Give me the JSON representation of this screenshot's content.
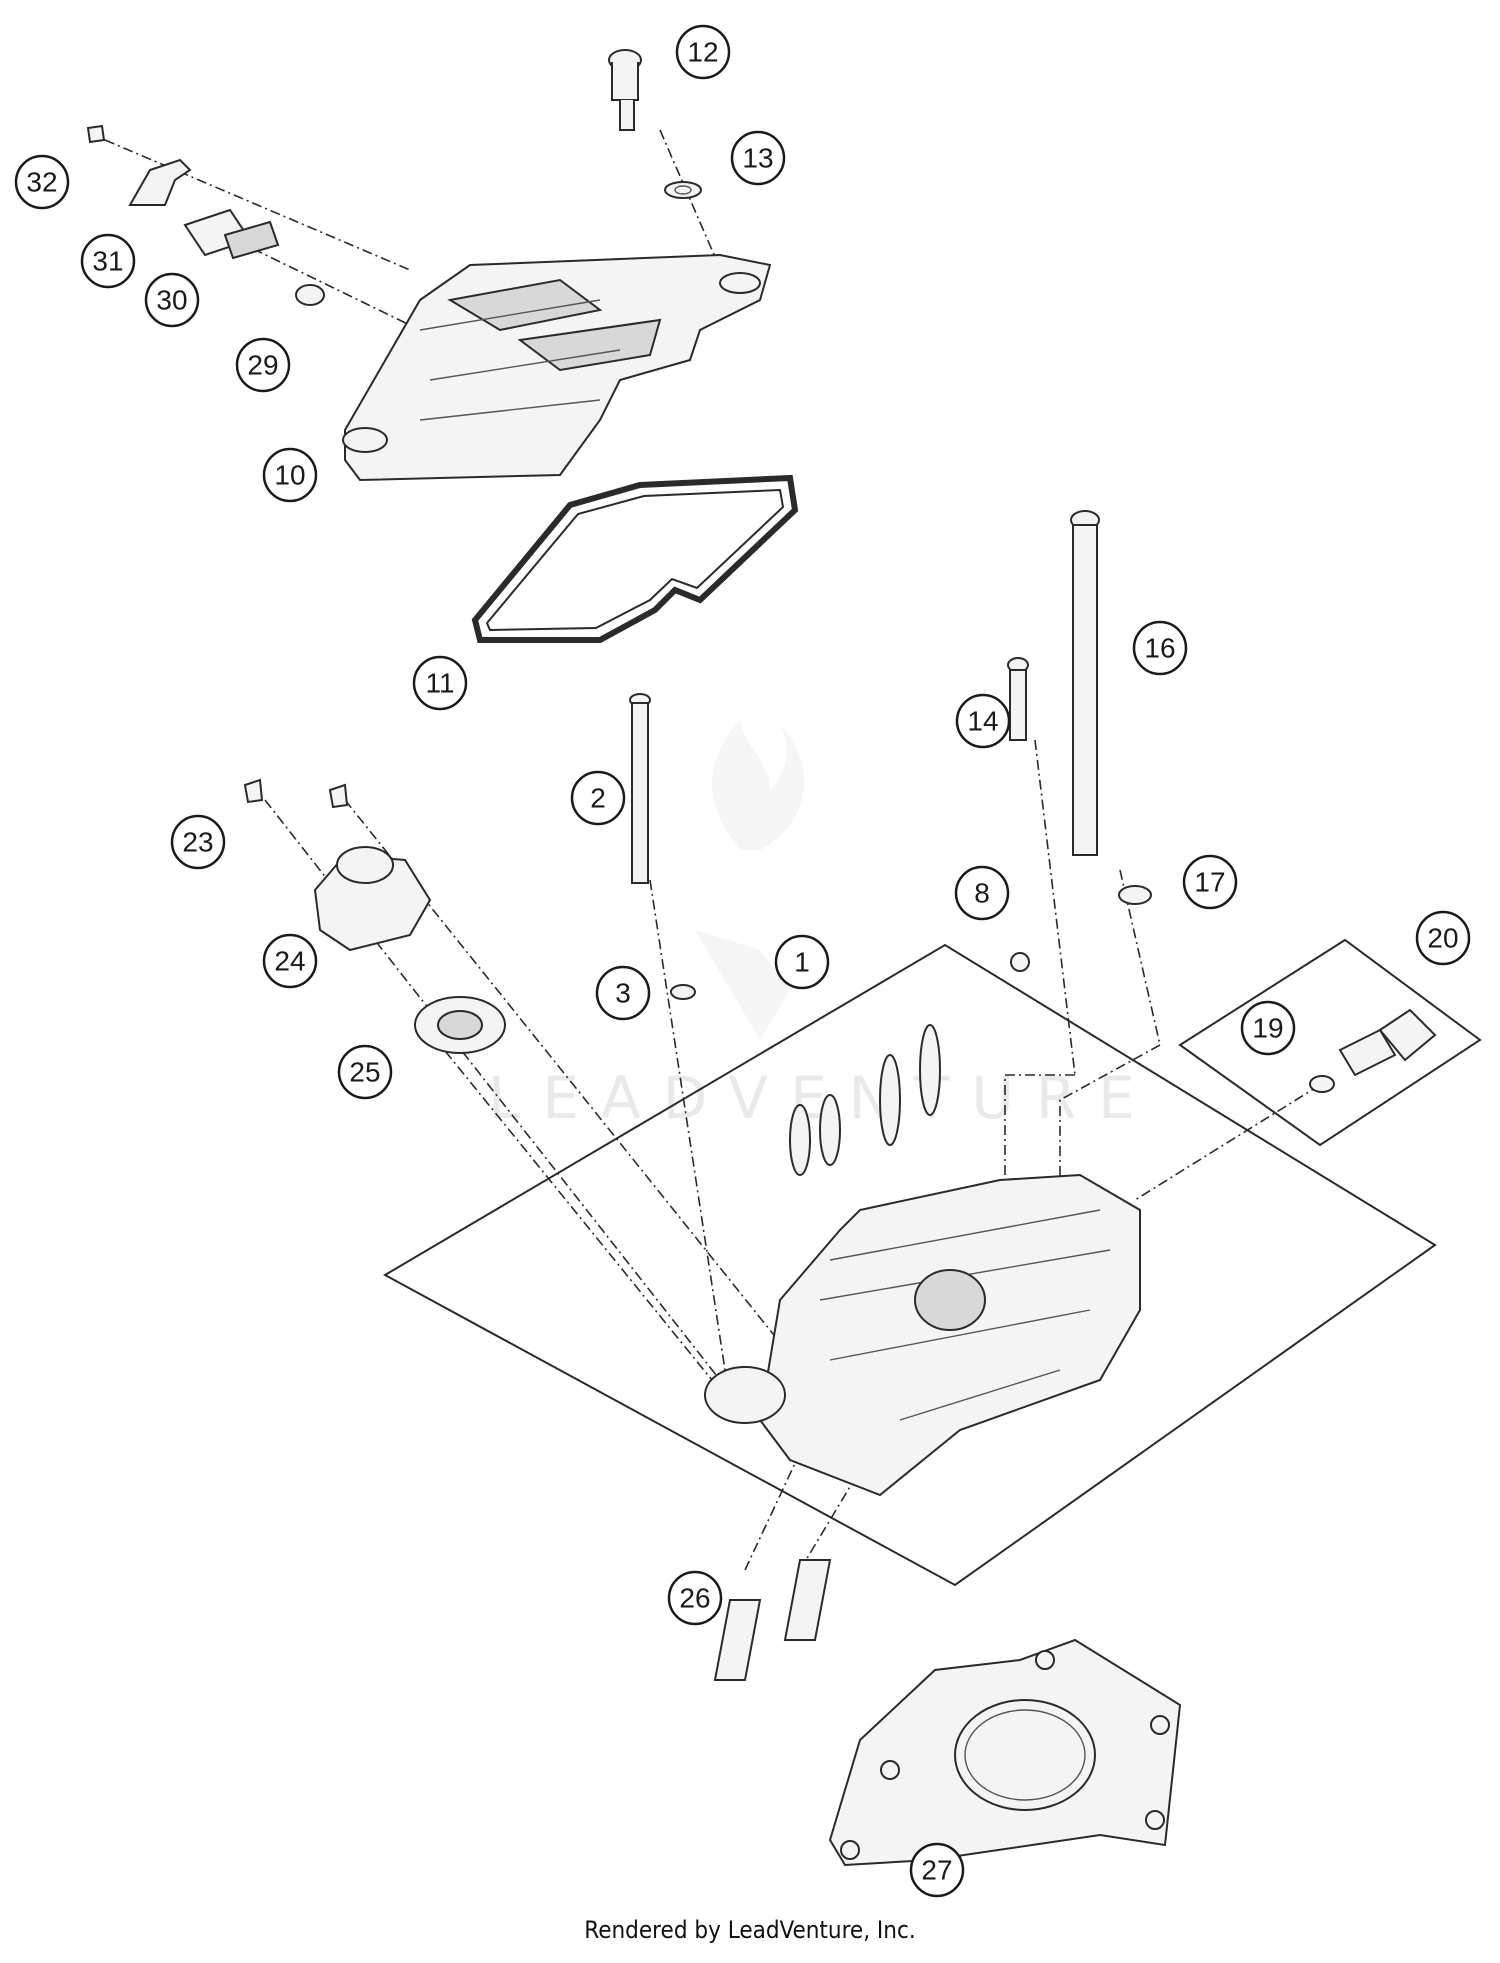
{
  "diagram": {
    "watermark_text": "LEADVENTURE",
    "credit": "Rendered by LeadVenture, Inc.",
    "callouts": [
      "1",
      "2",
      "3",
      "8",
      "10",
      "11",
      "12",
      "13",
      "14",
      "16",
      "17",
      "19",
      "20",
      "23",
      "24",
      "25",
      "26",
      "27",
      "29",
      "30",
      "31",
      "32"
    ]
  }
}
